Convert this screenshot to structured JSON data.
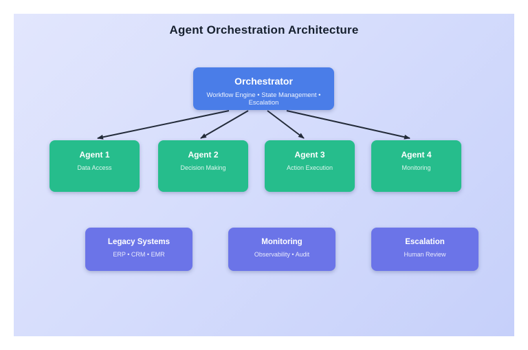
{
  "title": "Agent Orchestration Architecture",
  "orchestrator": {
    "title": "Orchestrator",
    "subtitle": "Workflow Engine • State Management • Escalation"
  },
  "agents": [
    {
      "title": "Agent 1",
      "subtitle": "Data Access"
    },
    {
      "title": "Agent 2",
      "subtitle": "Decision Making"
    },
    {
      "title": "Agent 3",
      "subtitle": "Action Execution"
    },
    {
      "title": "Agent 4",
      "subtitle": "Monitoring"
    }
  ],
  "systems": [
    {
      "title": "Legacy Systems",
      "subtitle": "ERP • CRM • EMR"
    },
    {
      "title": "Monitoring",
      "subtitle": "Observability • Audit"
    },
    {
      "title": "Escalation",
      "subtitle": "Human Review"
    }
  ],
  "colors": {
    "canvas_gradient_start": "#e2e6fd",
    "canvas_gradient_end": "#c6d0fa",
    "orchestrator_fill": "#4a7de8",
    "agent_fill": "#26bd8c",
    "system_fill": "#6b74e8",
    "arrow": "#232b39",
    "title_text": "#16202e"
  }
}
